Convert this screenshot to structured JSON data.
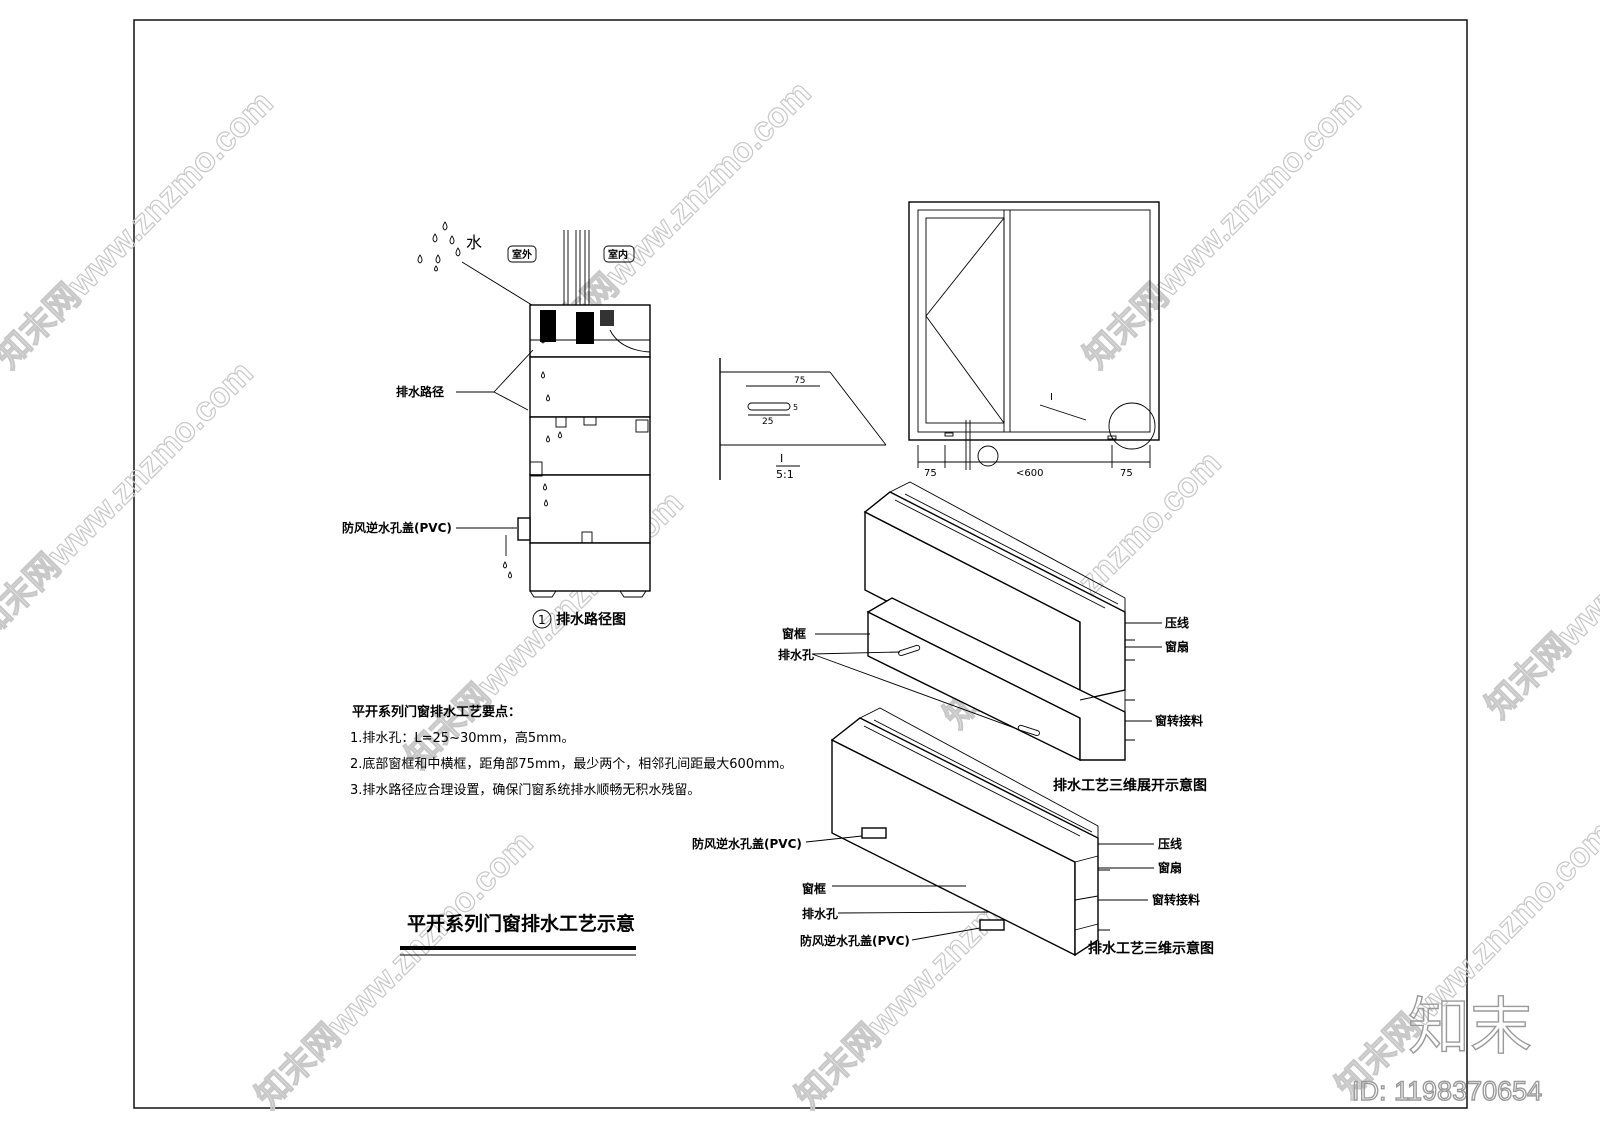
{
  "drainage_path": {
    "rain_label": "水",
    "outdoor_tag": "室外",
    "indoor_tag": "室内",
    "path_label": "排水路径",
    "cap_label": "防风逆水孔盖(PVC)",
    "caption_num": "1",
    "caption": "排水路径图"
  },
  "detail_i": {
    "dim_75": "75",
    "dim_25": "25",
    "dim_5": "5",
    "mark": "I",
    "scale": "5:1"
  },
  "window_elev": {
    "mark_i": "I",
    "dim_left": "75",
    "dim_mid": "<600",
    "dim_right": "75"
  },
  "exploded_3d": {
    "frame_label": "窗框",
    "hole_label": "排水孔",
    "bead_label": "压线",
    "sash_label": "窗扇",
    "adapter_label": "窗转接料",
    "caption": "排水工艺三维展开示意图"
  },
  "assembled_3d": {
    "cap_label_top": "防风逆水孔盖(PVC)",
    "frame_label": "窗框",
    "hole_label": "排水孔",
    "cap_label_bottom": "防风逆水孔盖(PVC)",
    "bead_label": "压线",
    "sash_label": "窗扇",
    "adapter_label": "窗转接料",
    "caption": "排水工艺三维示意图"
  },
  "notes": {
    "heading": "平开系列门窗排水工艺要点：",
    "items": [
      "1.排水孔：L=25~30mm，高5mm。",
      "2.底部窗框和中横框，距角部75mm，最少两个，相邻孔间距最大600mm。",
      "3.排水路径应合理设置，确保门窗系统排水顺畅无积水残留。"
    ]
  },
  "sheet_title": "平开系列门窗排水工艺示意",
  "watermark": {
    "text": "知末网www.znzmo.com",
    "brand": "知末",
    "id": "ID: 1198370654"
  }
}
